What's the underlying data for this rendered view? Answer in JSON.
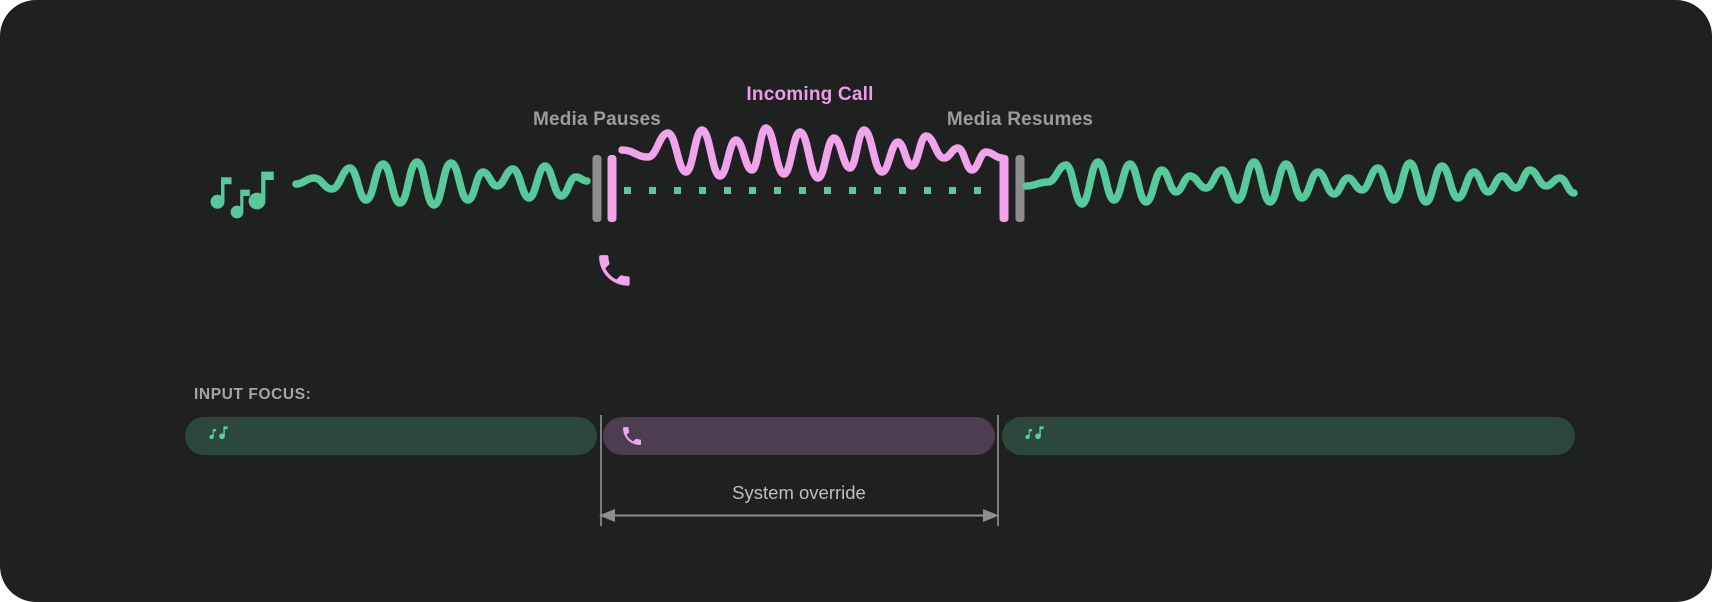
{
  "colors": {
    "page_bg": "#ffffff",
    "card_bg": "#1f2020",
    "media_green": "#58c99b",
    "call_pink": "#f1a3ec",
    "call_label_pink": "#ee9ce8",
    "marker_gray": "#8d8d8d",
    "label_gray": "#9c9ca0",
    "focus_media_bg": "#2c473b",
    "focus_call_bg": "#4d3d51",
    "focus_icon_green": "#5ad0a0",
    "focus_icon_pink": "#f0a5ee",
    "guide_gray": "#7b7c7e",
    "arrow_gray": "#8d8e90",
    "annotation_gray": "#bdbfc1",
    "heading_gray": "#a6a6a6"
  },
  "icons": {
    "music_notes_icon": "eighth-notes glyph ♪♪",
    "phone_icon": "call-handset glyph"
  },
  "timeline": {
    "media_pauses_label": "Media Pauses",
    "incoming_call_label": "Incoming Call",
    "media_resumes_label": "Media Resumes"
  },
  "input_focus": {
    "heading": "INPUT FOCUS:",
    "segments": [
      {
        "id": "media-before-call",
        "type": "media",
        "icon": "music-notes-icon"
      },
      {
        "id": "call",
        "type": "call",
        "icon": "phone-icon"
      },
      {
        "id": "media-after-call",
        "type": "media",
        "icon": "music-notes-icon"
      }
    ],
    "annotation": "System override"
  }
}
